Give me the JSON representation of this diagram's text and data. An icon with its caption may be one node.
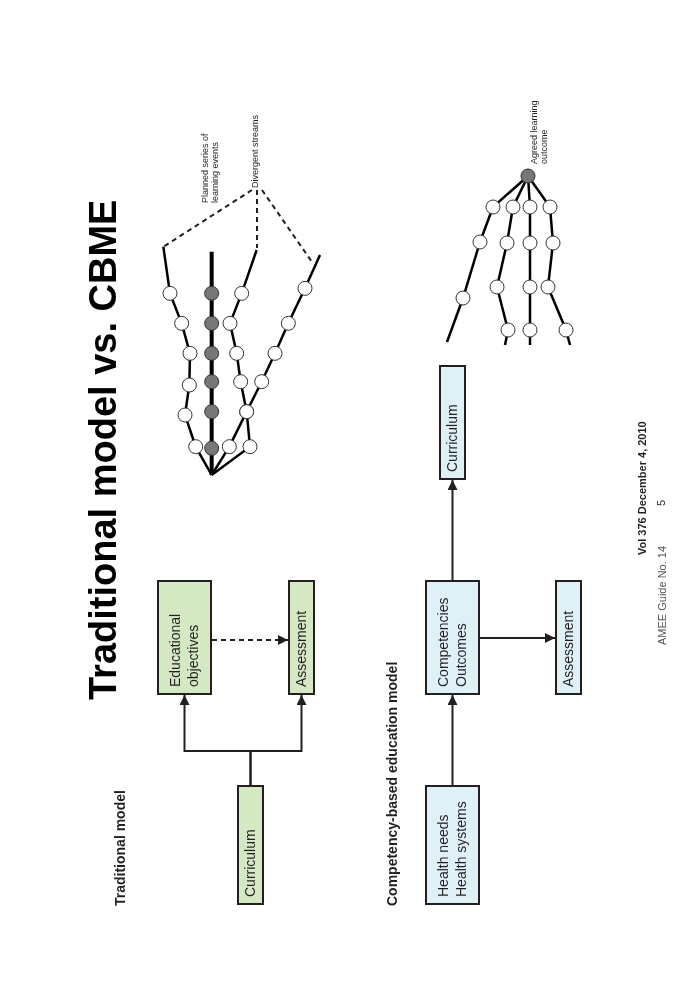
{
  "diagram": {
    "title": "Traditional model vs. CBME",
    "nodes": [
      {
        "text": [
          "Curriculum"
        ]
      },
      {
        "text": [
          "Educational objectives"
        ]
      },
      {
        "text": [
          "Assessment"
        ]
      },
      {
        "text": [
          "Health needs",
          "Health systems"
        ]
      },
      {
        "text": [
          "Competencies",
          "Outcomes"
        ]
      },
      {
        "text": [
          "Assessment"
        ]
      },
      {
        "text": [
          "Curriculum"
        ]
      },
      {
        "text": [
          "Divergent streams"
        ]
      },
      {
        "text": [],
        "shape": "picture"
      }
    ],
    "edges": [
      {
        "from": 0,
        "to": 1,
        "arrow": "to"
      },
      {
        "from": 0,
        "to": 2,
        "arrow": "to"
      },
      {
        "from": 1,
        "to": 2,
        "arrow": "to",
        "style": "dashed"
      },
      {
        "from": 3,
        "to": 4,
        "arrow": "to"
      },
      {
        "from": 4,
        "to": 5,
        "arrow": "to"
      },
      {
        "from": 4,
        "to": 6,
        "arrow": "to"
      },
      {
        "from": 7,
        "to": 8,
        "arrow": "none",
        "style": "dashed"
      },
      {
        "from": 7,
        "to": 8,
        "arrow": "none",
        "style": "dashed"
      },
      {
        "from": 7,
        "to": 8,
        "arrow": "none",
        "style": "dashed"
      }
    ],
    "labels": [
      "Traditional model",
      "Competency-based education model",
      "Planned series of learning events",
      "Agreed learning outcome",
      "Vol 376 December 4, 2010",
      "AMEE Guide No. 14",
      "5"
    ]
  }
}
